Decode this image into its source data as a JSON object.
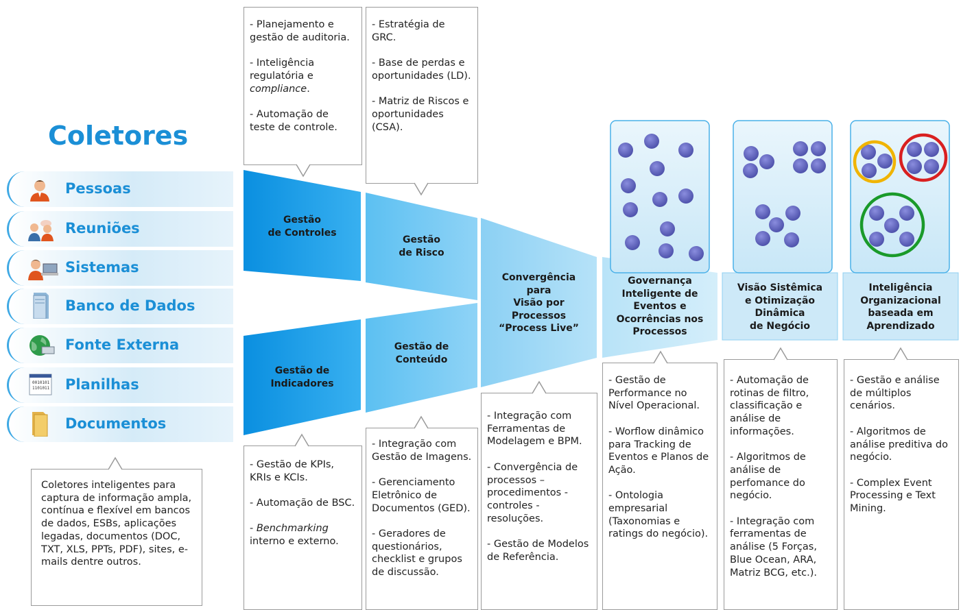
{
  "title": "Coletores",
  "collectors": [
    {
      "label": "Pessoas",
      "icon": "person-icon"
    },
    {
      "label": "Reuniões",
      "icon": "meeting-icon"
    },
    {
      "label": "Sistemas",
      "icon": "computer-user-icon"
    },
    {
      "label": "Banco de Dados",
      "icon": "database-server-icon"
    },
    {
      "label": "Fonte Externa",
      "icon": "globe-network-icon"
    },
    {
      "label": "Planilhas",
      "icon": "spreadsheet-icon"
    },
    {
      "label": "Documentos",
      "icon": "folder-icon"
    }
  ],
  "collectors_note": "Coletores inteligentes para captura de informação ampla, contínua e flexível em bancos de dados, ESBs, aplicações legadas, documentos (DOC, TXT, XLS, PPTs, PDF), sites, e-mails dentre outros.",
  "stages": {
    "controles": "Gestão\nde Controles",
    "risco": "Gestão\nde Risco",
    "indicadores": "Gestão de\nIndicadores",
    "conteudo": "Gestão de\nConteúdo",
    "convergencia": "Convergência\npara\nVisão por\nProcessos\n“Process Live”",
    "governanca": "Governança\nInteligente de\nEventos e\nOcorrências nos\nProcessos",
    "visao": "Visão Sistêmica\ne Otimização\nDinâmica\nde Negócio",
    "inteligencia": "Inteligência\nOrganizacional\nbaseada em\nAprendizado"
  },
  "notes": {
    "controles": [
      "- Planejamento e gestão de auditoria.",
      "- Inteligência regulatória e compliance.",
      "- Automação de teste de controle."
    ],
    "risco": [
      "- Estratégia de GRC.",
      "- Base de perdas e oportunidades (LD).",
      "- Matriz de Riscos e oportunidades (CSA)."
    ],
    "indicadores": [
      "- Gestão de KPIs, KRIs e KCIs.",
      "- Automação de BSC.",
      "Benchmarking interno e externo."
    ],
    "conteudo": [
      "- Integração com Gestão de Imagens.",
      "- Gerenciamento Eletrônico de Documentos (GED).",
      "- Geradores de questionários, checklist e grupos de discussão."
    ],
    "convergencia": [
      "- Integração com Ferramentas de Modelagem e BPM.",
      "- Convergência de processos – procedimentos - controles - resoluções.",
      "- Gestão de Modelos de Referência."
    ],
    "governanca": [
      "- Gestão de Performance no Nível Operacional.",
      "- Worflow dinâmico para Tracking de Eventos e Planos de Ação.",
      "- Ontologia empresarial (Taxonomias e ratings do negócio)."
    ],
    "visao": [
      "- Automação de rotinas de filtro, classificação e análise de informações.",
      "- Algoritmos de análise de perfomance do negócio.",
      "- Integração com ferramentas de análise (5 Forças, Blue Ocean, ARA, Matriz BCG, etc.)."
    ],
    "inteligencia": [
      "- Gestão e análise de múltiplos cenários.",
      "- Algoritmos de análise preditiva do negócio.",
      "- Complex Event Processing e Text Mining."
    ]
  },
  "notes_rich": {
    "compliance_word": "compliance",
    "benchmark_prefix": "- ",
    "benchmark_word": "Benchmarking"
  },
  "colors": {
    "accent": "#1b8fd6",
    "dot": "#5c5fb8",
    "ring_yellow": "#f0b400",
    "ring_red": "#d92020",
    "ring_green": "#1a9a2a"
  }
}
